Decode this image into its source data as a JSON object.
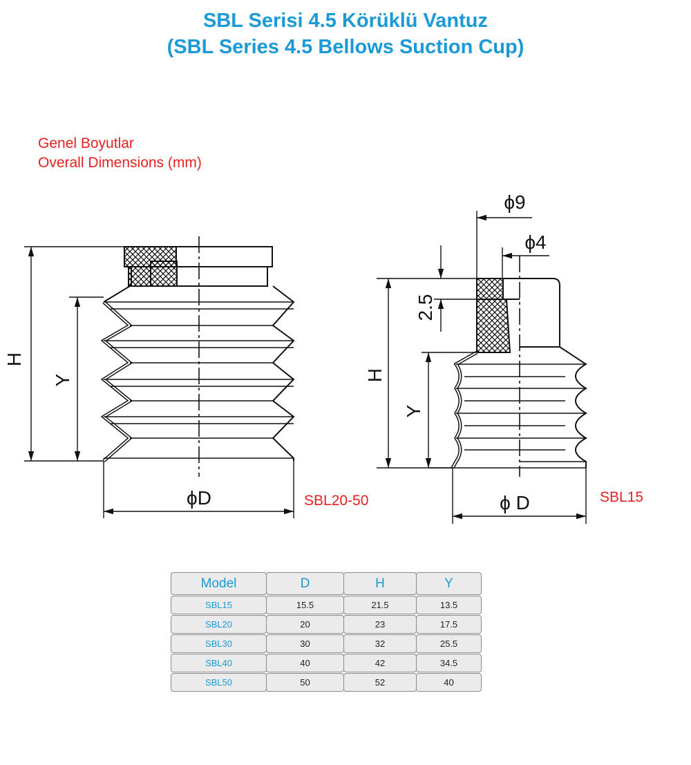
{
  "title": {
    "line1": "SBL Serisi 4.5 Körüklü Vantuz",
    "line2": "(SBL Series 4.5 Bellows Suction Cup)"
  },
  "section": {
    "tr": "Genel Boyutlar",
    "en": "Overall Dimensions (mm)"
  },
  "drawing_left": {
    "label": "SBL20-50",
    "dim_h": "H",
    "dim_y": "Y",
    "dim_d": "ϕD"
  },
  "drawing_right": {
    "label": "SBL15",
    "dim_h": "H",
    "dim_y": "Y",
    "dim_d": "ϕ D",
    "dim_25": "2.5",
    "dim_9": "ϕ9",
    "dim_4": "ϕ4"
  },
  "table": {
    "headers": [
      "Model",
      "D",
      "H",
      "Y"
    ],
    "rows": [
      [
        "SBL15",
        "15.5",
        "21.5",
        "13.5"
      ],
      [
        "SBL20",
        "20",
        "23",
        "17.5"
      ],
      [
        "SBL30",
        "30",
        "32",
        "25.5"
      ],
      [
        "SBL40",
        "40",
        "42",
        "34.5"
      ],
      [
        "SBL50",
        "50",
        "52",
        "40"
      ]
    ]
  }
}
